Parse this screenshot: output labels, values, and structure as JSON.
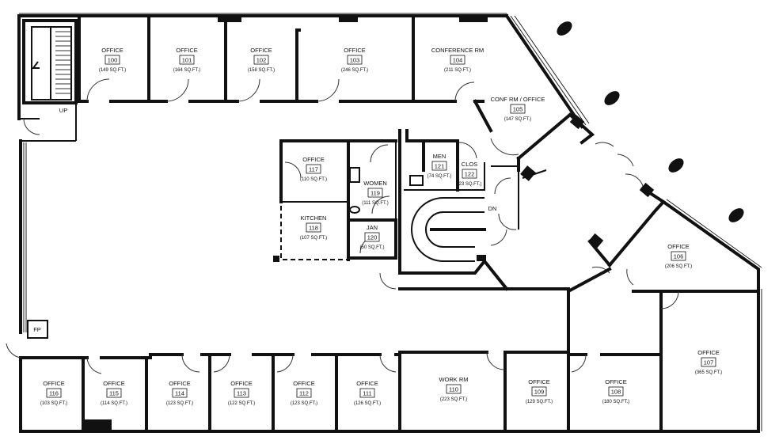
{
  "rooms": [
    {
      "id": "r100",
      "name": "OFFICE",
      "number": "100",
      "area": "(149 SQ.FT.)"
    },
    {
      "id": "r101",
      "name": "OFFICE",
      "number": "101",
      "area": "(164 SQ.FT.)"
    },
    {
      "id": "r102",
      "name": "OFFICE",
      "number": "102",
      "area": "(158 SQ.FT.)"
    },
    {
      "id": "r103",
      "name": "OFFICE",
      "number": "103",
      "area": "(246 SQ.FT.)"
    },
    {
      "id": "r104",
      "name": "CONFERENCE RM",
      "number": "104",
      "area": "(211 SQ.FT.)"
    },
    {
      "id": "r105",
      "name": "CONF RM / OFFICE",
      "number": "105",
      "area": "(147 SQ.FT.)"
    },
    {
      "id": "r106",
      "name": "OFFICE",
      "number": "106",
      "area": "(206 SQ.FT.)"
    },
    {
      "id": "r107",
      "name": "OFFICE",
      "number": "107",
      "area": "(365 SQ.FT.)"
    },
    {
      "id": "r108",
      "name": "OFFICE",
      "number": "108",
      "area": "(180 SQ.FT.)"
    },
    {
      "id": "r109",
      "name": "OFFICE",
      "number": "109",
      "area": "(129 SQ.FT.)"
    },
    {
      "id": "r110",
      "name": "WORK RM",
      "number": "110",
      "area": "(223 SQ.FT.)"
    },
    {
      "id": "r111",
      "name": "OFFICE",
      "number": "111",
      "area": "(126 SQ.FT.)"
    },
    {
      "id": "r112",
      "name": "OFFICE",
      "number": "112",
      "area": "(123 SQ.FT.)"
    },
    {
      "id": "r113",
      "name": "OFFICE",
      "number": "113",
      "area": "(122 SQ.FT.)"
    },
    {
      "id": "r114",
      "name": "OFFICE",
      "number": "114",
      "area": "(123 SQ.FT.)"
    },
    {
      "id": "r115",
      "name": "OFFICE",
      "number": "115",
      "area": "(114 SQ.FT.)"
    },
    {
      "id": "r116",
      "name": "OFFICE",
      "number": "116",
      "area": "(103 SQ.FT.)"
    },
    {
      "id": "r117",
      "name": "OFFICE",
      "number": "117",
      "area": "(110 SQ.FT.)"
    },
    {
      "id": "r118",
      "name": "KITCHEN",
      "number": "118",
      "area": "(107 SQ.FT.)"
    },
    {
      "id": "r119",
      "name": "WOMEN",
      "number": "119",
      "area": "(111 SQ.FT.)"
    },
    {
      "id": "r120",
      "name": "JAN",
      "number": "120",
      "area": "(50 SQ.FT.)"
    },
    {
      "id": "r121",
      "name": "MEN",
      "number": "121",
      "area": "(74 SQ.FT.)"
    },
    {
      "id": "r122",
      "name": "CLOS",
      "number": "122",
      "area": "(23 SQ.FT.)"
    }
  ],
  "tags": {
    "up": "UP",
    "dn": "DN",
    "fp": "FP"
  }
}
